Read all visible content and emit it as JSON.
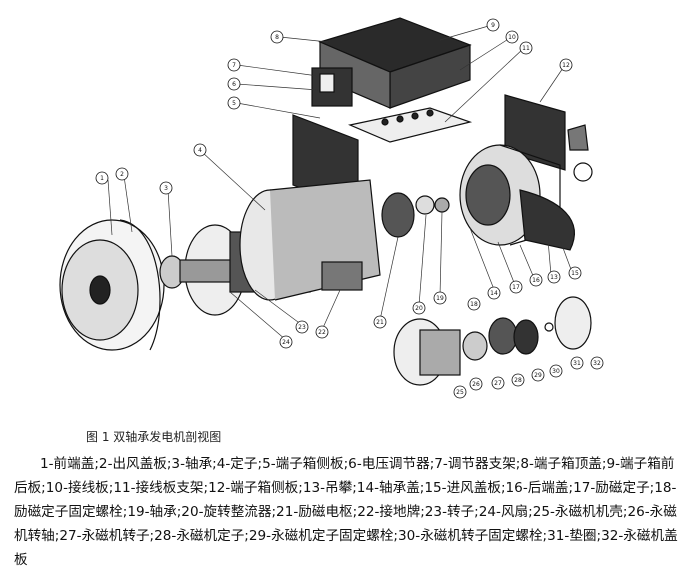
{
  "caption": "图 1  双轴承发电机剖视图",
  "legend": "1-前端盖;2-出风盖板;3-轴承;4-定子;5-端子箱侧板;6-电压调节器;7-调节器支架;8-端子箱顶盖;9-端子箱前后板;10-接线板;11-接线板支架;12-端子箱侧板;13-吊攀;14-轴承盖;15-进风盖板;16-后端盖;17-励磁定子;18-励磁定子固定螺栓;19-轴承;20-旋转整流器;21-励磁电枢;22-接地牌;23-转子;24-风扇;25-永磁机机壳;26-永磁机转轴;27-永磁机转子;28-永磁机定子;29-永磁机定子固定螺栓;30-永磁机转子固定螺栓;31-垫圈;32-永磁机盖板",
  "callouts": [
    "1",
    "2",
    "3",
    "4",
    "5",
    "6",
    "7",
    "8",
    "9",
    "10",
    "11",
    "12",
    "13",
    "14",
    "15",
    "16",
    "17",
    "18",
    "19",
    "20",
    "21",
    "22",
    "23",
    "24",
    "25",
    "26",
    "27",
    "28",
    "29",
    "30",
    "31",
    "32"
  ]
}
